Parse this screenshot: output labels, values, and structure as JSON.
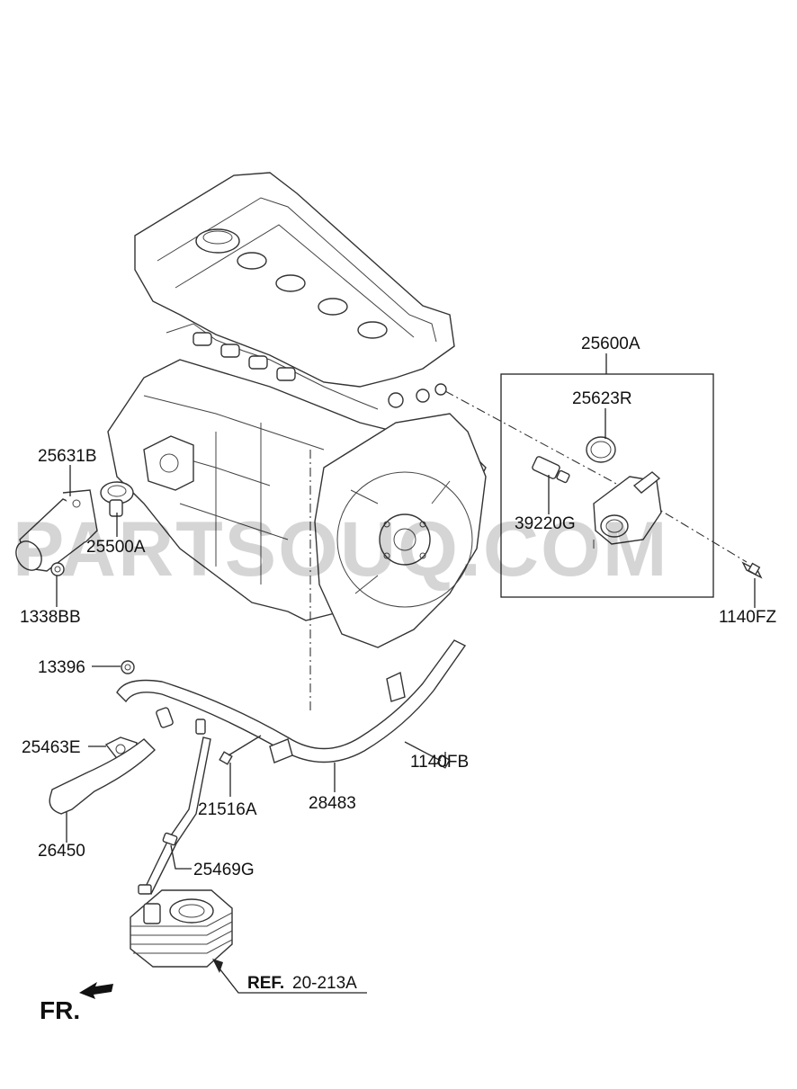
{
  "watermark": "PARTSOUQ.COM",
  "direction_label": "FR.",
  "reference": {
    "prefix": "REF.",
    "code": "20-213A"
  },
  "parts": {
    "p25600A": "25600A",
    "p25623R": "25623R",
    "p39220G": "39220G",
    "p1140FZ": "1140FZ",
    "p25631B": "25631B",
    "p25500A": "25500A",
    "p1338BB": "1338BB",
    "p13396": "13396",
    "p25463E": "25463E",
    "p26450": "26450",
    "p21516A": "21516A",
    "p28483": "28483",
    "p1140FB": "1140FB",
    "p25469G": "25469G"
  }
}
